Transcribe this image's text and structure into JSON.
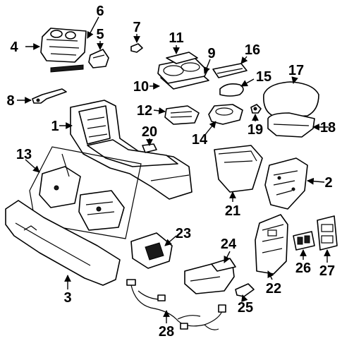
{
  "callouts": [
    {
      "id": "1",
      "text": "1"
    },
    {
      "id": "2",
      "text": "2"
    },
    {
      "id": "3",
      "text": "3"
    },
    {
      "id": "4",
      "text": "4"
    },
    {
      "id": "5",
      "text": "5"
    },
    {
      "id": "6",
      "text": "6"
    },
    {
      "id": "7",
      "text": "7"
    },
    {
      "id": "8",
      "text": "8"
    },
    {
      "id": "9",
      "text": "9"
    },
    {
      "id": "10",
      "text": "10"
    },
    {
      "id": "11",
      "text": "11"
    },
    {
      "id": "12",
      "text": "12"
    },
    {
      "id": "13",
      "text": "13"
    },
    {
      "id": "14",
      "text": "14"
    },
    {
      "id": "15",
      "text": "15"
    },
    {
      "id": "16",
      "text": "16"
    },
    {
      "id": "17",
      "text": "17"
    },
    {
      "id": "18",
      "text": "18"
    },
    {
      "id": "19",
      "text": "19"
    },
    {
      "id": "20",
      "text": "20"
    },
    {
      "id": "21",
      "text": "21"
    },
    {
      "id": "22",
      "text": "22"
    },
    {
      "id": "23",
      "text": "23"
    },
    {
      "id": "24",
      "text": "24"
    },
    {
      "id": "25",
      "text": "25"
    },
    {
      "id": "26",
      "text": "26"
    },
    {
      "id": "27",
      "text": "27"
    },
    {
      "id": "28",
      "text": "28"
    }
  ]
}
